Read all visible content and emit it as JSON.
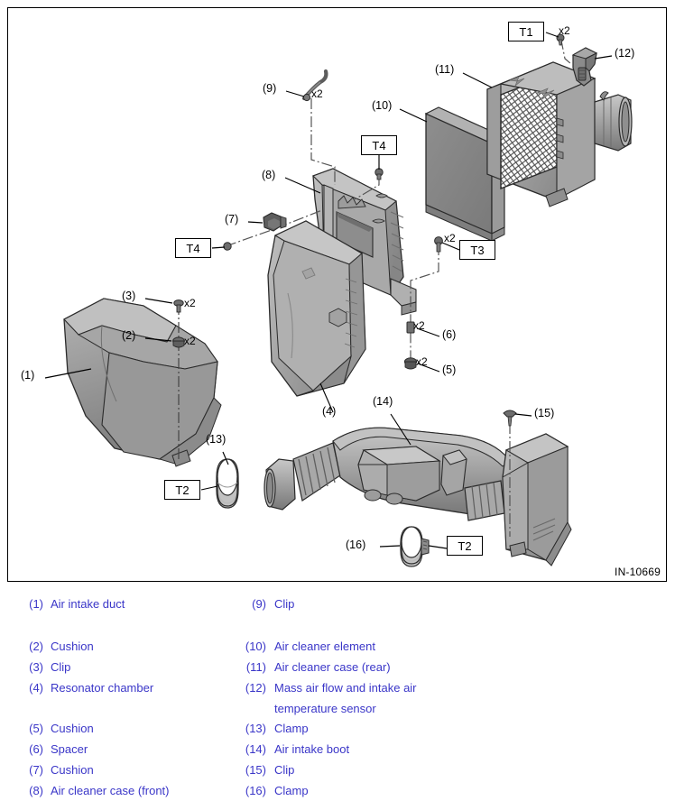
{
  "figure": {
    "id": "IN-10669",
    "callout_labels": [
      {
        "key": "c1",
        "text": "(1)"
      },
      {
        "key": "c2",
        "text": "(2)"
      },
      {
        "key": "c3",
        "text": "(3)"
      },
      {
        "key": "c4",
        "text": "(4)"
      },
      {
        "key": "c5",
        "text": "(5)"
      },
      {
        "key": "c6",
        "text": "(6)"
      },
      {
        "key": "c7",
        "text": "(7)"
      },
      {
        "key": "c8",
        "text": "(8)"
      },
      {
        "key": "c9",
        "text": "(9)"
      },
      {
        "key": "c10",
        "text": "(10)"
      },
      {
        "key": "c11",
        "text": "(11)"
      },
      {
        "key": "c12",
        "text": "(12)"
      },
      {
        "key": "c13",
        "text": "(13)"
      },
      {
        "key": "c14",
        "text": "(14)"
      },
      {
        "key": "c15",
        "text": "(15)"
      },
      {
        "key": "c16",
        "text": "(16)"
      }
    ],
    "torque_boxes": [
      {
        "key": "t1",
        "text": "T1"
      },
      {
        "key": "t4a",
        "text": "T4"
      },
      {
        "key": "t4b",
        "text": "T4"
      },
      {
        "key": "t3",
        "text": "T3"
      },
      {
        "key": "t2a",
        "text": "T2"
      },
      {
        "key": "t2b",
        "text": "T2"
      }
    ],
    "quantity_labels": [
      {
        "key": "q_t1",
        "text": "x2"
      },
      {
        "key": "q_9",
        "text": "x2"
      },
      {
        "key": "q_3",
        "text": "x2"
      },
      {
        "key": "q_2",
        "text": "x2"
      },
      {
        "key": "q_t3",
        "text": "x2"
      },
      {
        "key": "q_6",
        "text": "x2"
      },
      {
        "key": "q_5",
        "text": "x2"
      }
    ]
  },
  "legend": {
    "column_left": [
      {
        "num": "(1)",
        "name": "Air intake duct"
      },
      {
        "num": "(2)",
        "name": "Cushion"
      },
      {
        "num": "(3)",
        "name": "Clip"
      },
      {
        "num": "(4)",
        "name": "Resonator chamber"
      },
      {
        "num": "(5)",
        "name": "Cushion"
      },
      {
        "num": "(6)",
        "name": "Spacer"
      },
      {
        "num": "(7)",
        "name": "Cushion"
      },
      {
        "num": "(8)",
        "name": "Air cleaner case (front)"
      }
    ],
    "column_right": [
      {
        "num": "(9)",
        "name": "Clip"
      },
      {
        "num": "(10)",
        "name": "Air cleaner element"
      },
      {
        "num": "(11)",
        "name": "Air cleaner case (rear)"
      },
      {
        "num": "(12)",
        "name": "Mass air flow and intake air"
      },
      {
        "num": "",
        "name": "temperature sensor"
      },
      {
        "num": "(13)",
        "name": "Clamp"
      },
      {
        "num": "(14)",
        "name": "Air intake boot"
      },
      {
        "num": "(15)",
        "name": "Clip"
      },
      {
        "num": "(16)",
        "name": "Clamp"
      }
    ]
  },
  "colors": {
    "legend_text": "#3a36c8",
    "line": "#000000",
    "part_light": "#b9b9b9",
    "part_mid": "#8f8f8f",
    "part_dark": "#6a6a6a",
    "part_darker": "#4f4f4f"
  }
}
